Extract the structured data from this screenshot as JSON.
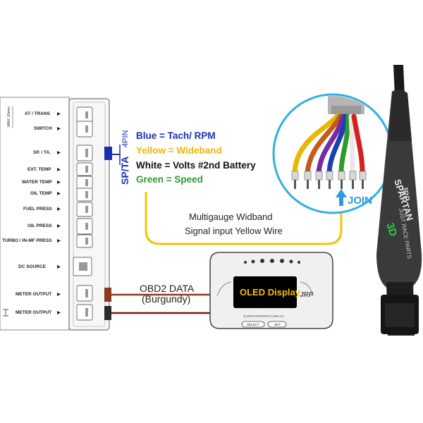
{
  "controller": {
    "max_label": "MAX 10mm",
    "ports": [
      {
        "label": "AT / TRANS"
      },
      {
        "label": "SWITCH"
      },
      {
        "label": "SP. / TA."
      },
      {
        "label": "EXT. TEMP"
      },
      {
        "label": "WATER TEMP"
      },
      {
        "label": "OIL TEMP"
      },
      {
        "label": "FUEL PRESS"
      },
      {
        "label": "OIL PRESS"
      },
      {
        "label": "TURBO / IN-MF PRESS"
      },
      {
        "label": "DC SOURCE"
      },
      {
        "label": "METER OUTPUT"
      },
      {
        "label": "METER OUTPUT"
      }
    ]
  },
  "connector": {
    "pin_label": "4PIN",
    "port_label": "SP/TA"
  },
  "legend": [
    {
      "text": "Blue = Tach/ RPM",
      "color": "#1a2fb0"
    },
    {
      "text": "Yellow = Wideband",
      "color": "#f2b600"
    },
    {
      "text": "White = Volts #2nd Battery",
      "color": "#111111"
    },
    {
      "text": "Green = Speed",
      "color": "#2e9a2e"
    }
  ],
  "join_label": "JOIN",
  "caption": {
    "line1": "Multigauge Widband",
    "line2": "Signal input Yellow Wire"
  },
  "obd": {
    "line1": "OBD2 DATA",
    "line2": "(Burgundy)"
  },
  "display": {
    "screen_text": "OLED Display",
    "url_text": "JUSTRACEPARTS.COM.AU",
    "btn_select": "SELECT",
    "btn_set": "SET"
  },
  "spartan": {
    "brand": "SPARTAN",
    "model": "3D",
    "logo": "JRP",
    "tagline": "JUST RACE PARTS"
  },
  "colors": {
    "blue": "#1a2fb0",
    "yellow": "#f2b600",
    "green": "#2e9a2e",
    "burgundy": "#6b1f1f",
    "brown": "#8b3a1e",
    "join_blue": "#2a9be0"
  }
}
